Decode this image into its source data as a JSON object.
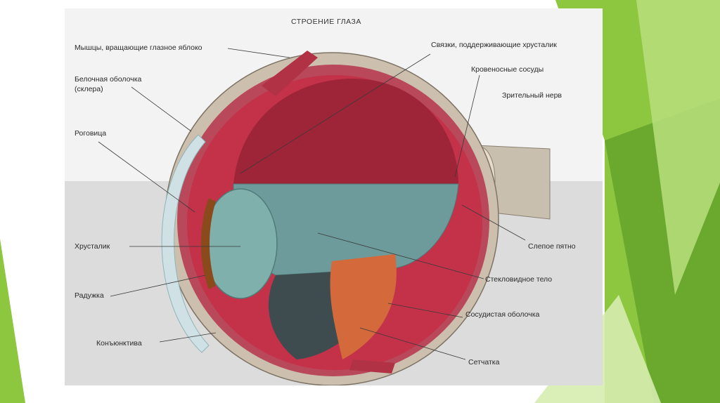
{
  "slide": {
    "accent_colors": [
      "#8dc63f",
      "#6aa82e",
      "#b9df7d",
      "#d6ecb0"
    ]
  },
  "figure": {
    "title": "СТРОЕНИЕ ГЛАЗА",
    "labels": {
      "muscles": "Мышцы, вращающие глазное яблоко",
      "sclera_line1": "Белочная оболочка",
      "sclera_line2": "(склера)",
      "cornea": "Роговица",
      "lens": "Хрусталик",
      "iris": "Радужка",
      "conjunctiva": "Конъюнктива",
      "ligaments": "Связки, поддерживающие хрусталик",
      "vessels": "Кровеносные сосуды",
      "optic_nerve": "Зрительный нерв",
      "blind_spot": "Слепое пятно",
      "vitreous": "Стекловидное тело",
      "choroid": "Сосудистая оболочка",
      "retina": "Сетчатка"
    }
  }
}
